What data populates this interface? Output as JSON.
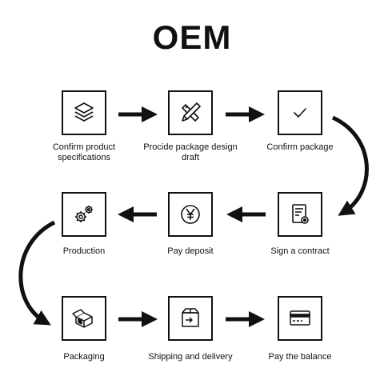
{
  "title": "OEM",
  "steps": [
    {
      "label": "Confirm product specifications",
      "icon": "layers-icon"
    },
    {
      "label": "Procide package design draft",
      "icon": "pencil-ruler-icon"
    },
    {
      "label": "Confirm package",
      "icon": "checkmark-icon"
    },
    {
      "label": "Sign a contract",
      "icon": "contract-document-icon"
    },
    {
      "label": "Pay deposit",
      "icon": "yen-coin-icon"
    },
    {
      "label": "Production",
      "icon": "gears-icon"
    },
    {
      "label": "Packaging",
      "icon": "open-box-icon"
    },
    {
      "label": "Shipping and delivery",
      "icon": "shipping-box-icon"
    },
    {
      "label": "Pay the balance",
      "icon": "credit-card-icon"
    }
  ],
  "colors": {
    "stroke": "#111111",
    "background": "#ffffff"
  }
}
